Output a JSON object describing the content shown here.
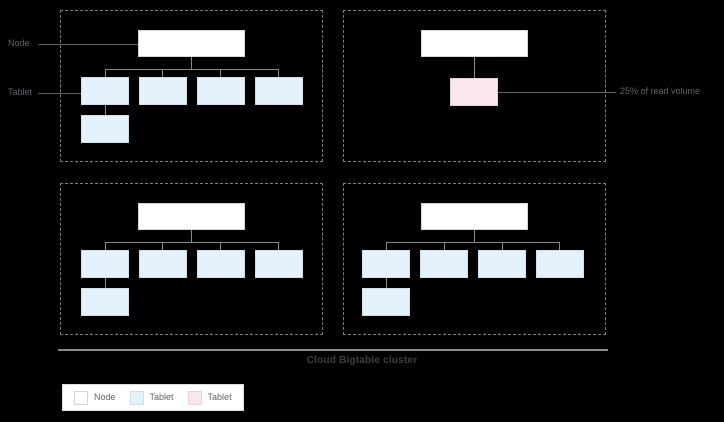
{
  "diagram": {
    "caption": "Cloud Bigtable cluster",
    "annotations": {
      "node_label": "Node",
      "tablet_label": "Tablet",
      "read_volume_label": "25% of read volume"
    },
    "legend": {
      "items": [
        {
          "label": "Node",
          "color": "#ffffff",
          "border": "#d6d6d6",
          "icon": "node-swatch"
        },
        {
          "label": "Tablet",
          "color": "#e3f2fb",
          "border": "#cfdfe9",
          "icon": "tablet-blue-swatch"
        },
        {
          "label": "Tablet",
          "color": "#fae7ee",
          "border": "#e8d2da",
          "icon": "tablet-pink-swatch"
        }
      ]
    },
    "colors": {
      "background": "#000000",
      "node_fill": "#ffffff",
      "tablet_fill": "#e3f2fb",
      "hot_tablet_fill": "#fae7ee",
      "panel_border": "#7d7d7d",
      "connector": "#8a8a8a",
      "text": "#5f6368",
      "caption_text": "#3c4043"
    },
    "panels": [
      {
        "id": "node-group-top-left",
        "node_count": 1,
        "tablet_count": 5,
        "hot_tablet_count": 0
      },
      {
        "id": "node-group-top-right",
        "node_count": 1,
        "tablet_count": 0,
        "hot_tablet_count": 1
      },
      {
        "id": "node-group-bottom-left",
        "node_count": 1,
        "tablet_count": 5,
        "hot_tablet_count": 0
      },
      {
        "id": "node-group-bottom-right",
        "node_count": 1,
        "tablet_count": 5,
        "hot_tablet_count": 0
      }
    ]
  }
}
